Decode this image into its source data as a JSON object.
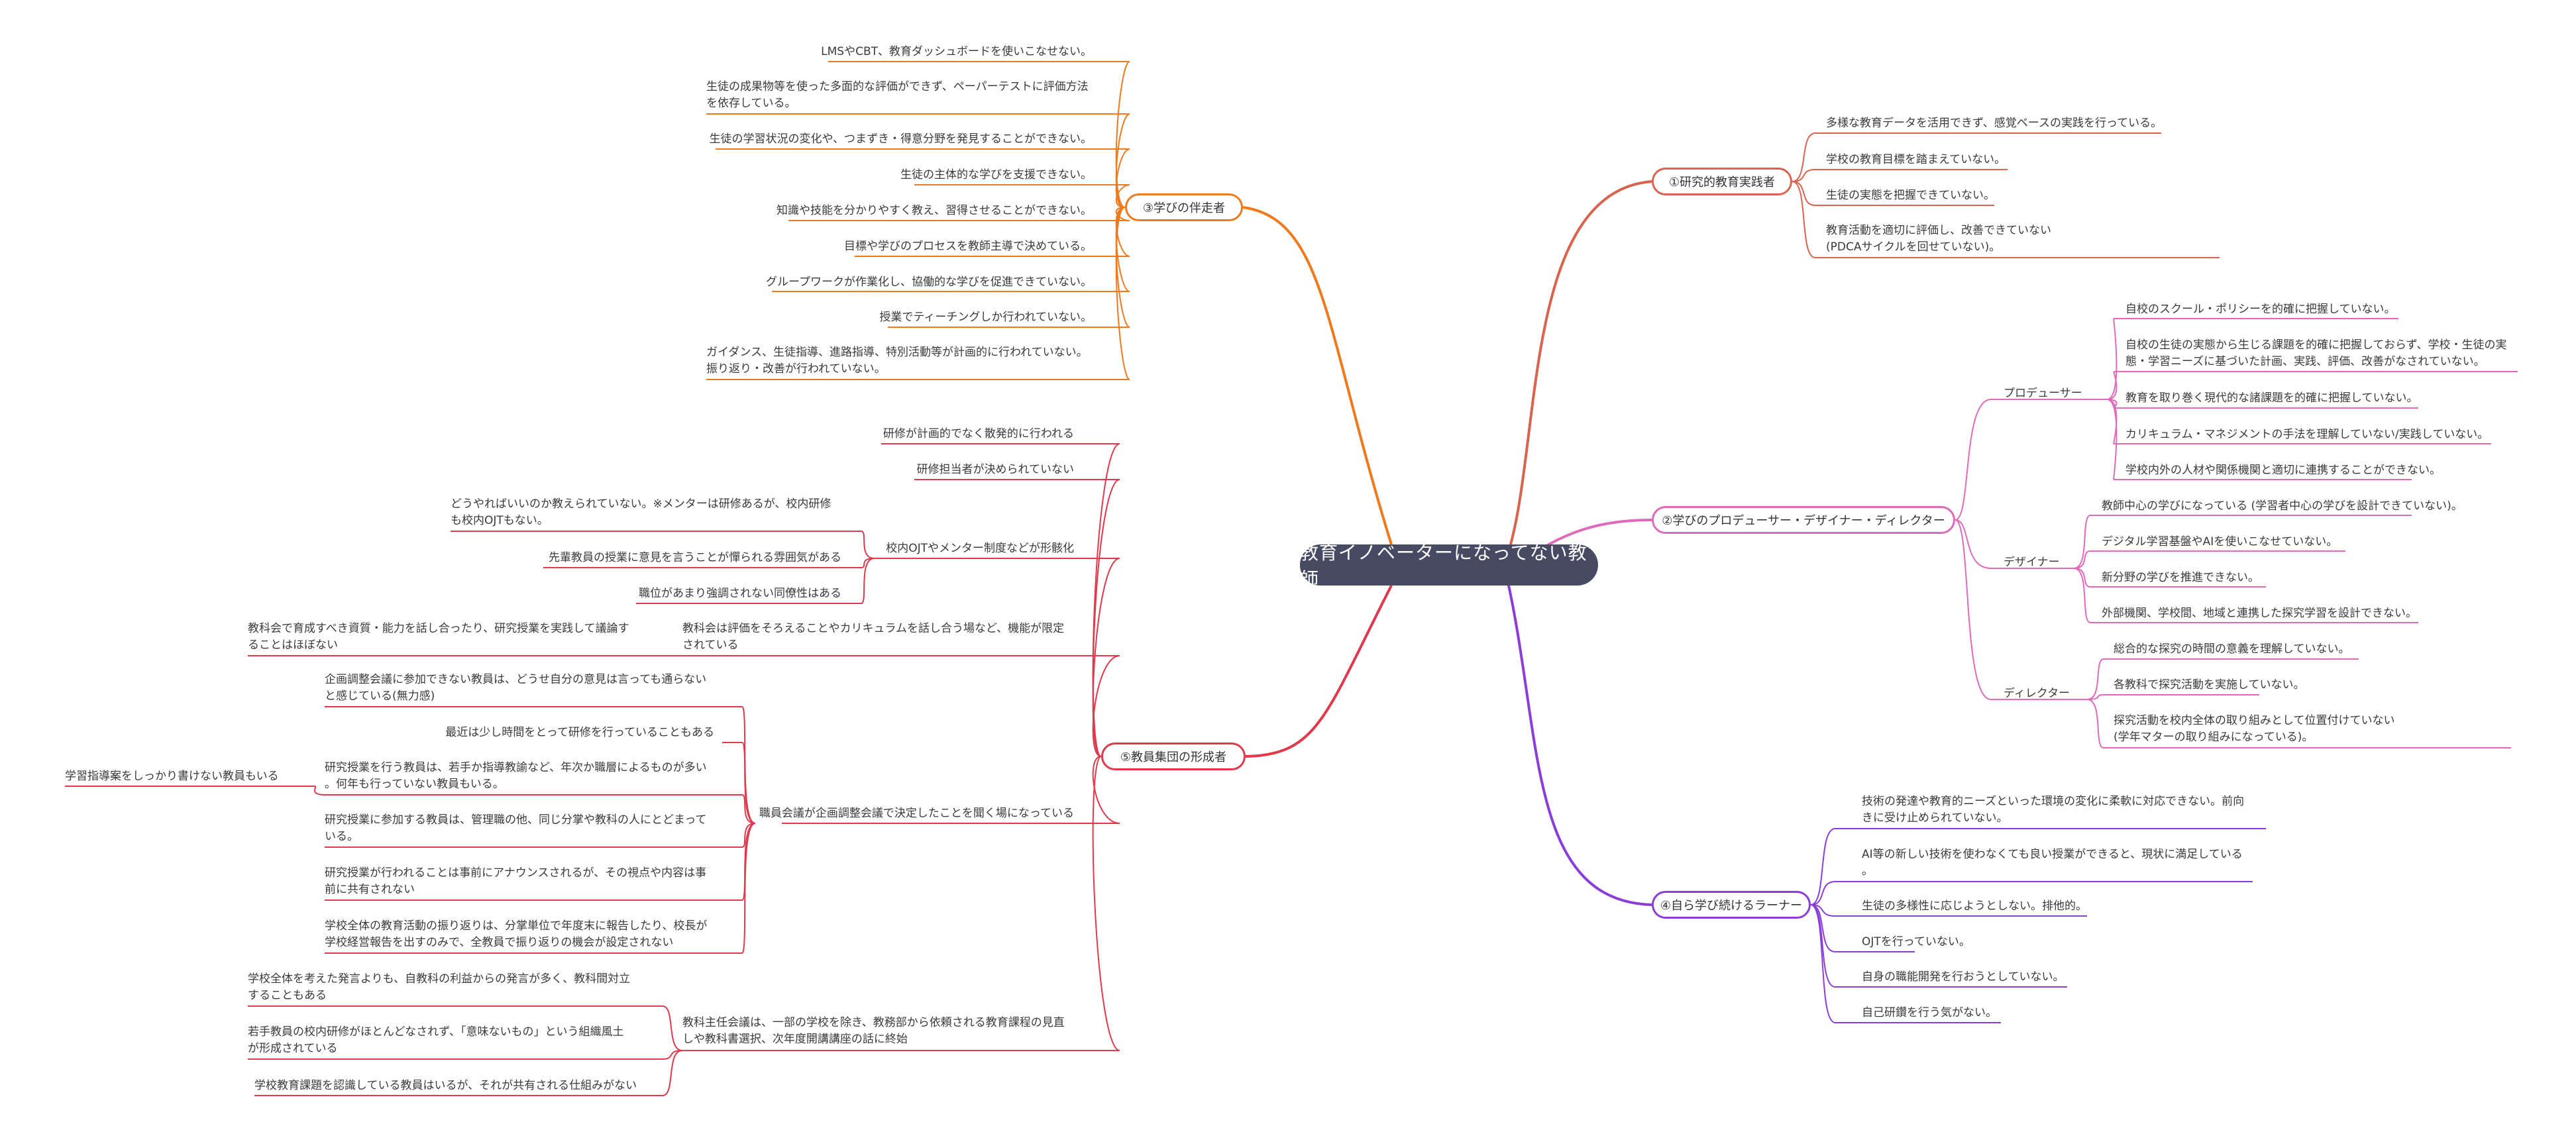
{
  "central": "教育イノベーターになってない教師",
  "colors": {
    "c1": "#d9634f",
    "c2": "#e06aba",
    "c3": "#ef7a1d",
    "c4": "#8a3dd8",
    "c5": "#e0394b",
    "central_bg": "#474a63"
  },
  "b1": {
    "label": "①研究的教育実践者",
    "items": [
      "多様な教育データを活用できず、感覚ベースの実践を行っている。",
      "学校の教育目標を踏まえていない。",
      "生徒の実態を把握できていない。",
      "教育活動を適切に評価し、改善できていない\n(PDCAサイクルを回せていない)。"
    ]
  },
  "b2": {
    "label": "②学びのプロデューサー・デザイナー・ディレクター",
    "producer": {
      "label": "プロデューサー",
      "items": [
        "自校のスクール・ポリシーを的確に把握していない。",
        "自校の生徒の実態から生じる課題を的確に把握しておらず、学校・生徒の実\n態・学習ニーズに基づいた計画、実践、評価、改善がなされていない。",
        "教育を取り巻く現代的な諸課題を的確に把握していない。",
        "カリキュラム・マネジメントの手法を理解していない/実践していない。",
        "学校内外の人材や関係機関と適切に連携することができない。"
      ]
    },
    "designer": {
      "label": "デザイナー",
      "items": [
        "教師中心の学びになっている (学習者中心の学びを設計できていない)。",
        "デジタル学習基盤やAIを使いこなせていない。",
        "新分野の学びを推進できない。",
        "外部機関、学校間、地域と連携した探究学習を設計できない。"
      ]
    },
    "director": {
      "label": "ディレクター",
      "items": [
        "総合的な探究の時間の意義を理解していない。",
        "各教科で探究活動を実施していない。",
        "探究活動を校内全体の取り組みとして位置付けていない\n(学年マターの取り組みになっている)。"
      ]
    }
  },
  "b3": {
    "label": "③学びの伴走者",
    "items": [
      "LMSやCBT、教育ダッシュボードを使いこなせない。",
      "生徒の成果物等を使った多面的な評価ができず、ペーパーテストに評価方法\nを依存している。",
      "生徒の学習状況の変化や、つまずき・得意分野を発見することができない。",
      "生徒の主体的な学びを支援できない。",
      "知識や技能を分かりやすく教え、習得させることができない。",
      "目標や学びのプロセスを教師主導で決めている。",
      "グループワークが作業化し、協働的な学びを促進できていない。",
      "授業でティーチングしか行われていない。",
      "ガイダンス、生徒指導、進路指導、特別活動等が計画的に行われていない。\n振り返り・改善が行われていない。"
    ]
  },
  "b4": {
    "label": "④自ら学び続けるラーナー",
    "items": [
      "技術の発達や教育的ニーズといった環境の変化に柔軟に対応できない。前向\nきに受け止められていない。",
      "AI等の新しい技術を使わなくても良い授業ができると、現状に満足している\n。",
      "生徒の多様性に応じようとしない。排他的。",
      "OJTを行っていない。",
      "自身の職能開発を行おうとしていない。",
      "自己研鑽を行う気がない。"
    ]
  },
  "b5": {
    "label": "⑤教員集団の形成者",
    "items": [
      "研修が計画的でなく散発的に行われる",
      "研修担当者が決められていない"
    ],
    "ojt": {
      "label": "校内OJTやメンター制度などが形骸化",
      "items": [
        "どうやればいいのか教えられていない。※メンターは研修あるが、校内研修\nも校内OJTもない。",
        "先輩教員の授業に意見を言うことが憚られる雰囲気がある",
        "職位があまり強調されない同僚性はある"
      ]
    },
    "kyokakai": {
      "label": "教科会は評価をそろえることやカリキュラムを話し合う場など、機能が限定\nされている",
      "items": [
        "教科会で育成すべき資質・能力を話し合ったり、研究授業を実践して議論す\nることはほぼない"
      ]
    },
    "shokuin": {
      "label": "職員会議が企画調整会議で決定したことを聞く場になっている",
      "items": [
        "企画調整会議に参加できない教員は、どうせ自分の意見は言っても通らない\nと感じている(無力感)",
        "最近は少し時間をとって研修を行っていることもある",
        "研究授業を行う教員は、若手か指導教諭など、年次か職層によるものが多い\n。何年も行っていない教員もいる。",
        "研究授業に参加する教員は、管理職の他、同じ分掌や教科の人にとどまって\nいる。",
        "研究授業が行われることは事前にアナウンスされるが、その視点や内容は事\n前に共有されない",
        "学校全体の教育活動の振り返りは、分掌単位で年度末に報告したり、校長が\n学校経営報告を出すのみで、全教員で振り返りの機会が設定されない"
      ],
      "sub_note": "学習指導案をしっかり書けない教員もいる"
    },
    "shunin": {
      "label": "教科主任会議は、一部の学校を除き、教務部から依頼される教育課程の見直\nしや教科書選択、次年度開講講座の話に終始",
      "items": [
        "学校全体を考えた発言よりも、自教科の利益からの発言が多く、教科間対立\nすることもある",
        "若手教員の校内研修がほとんどなされず、「意味ないもの」という組織風土\nが形成されている",
        "学校教育課題を認識している教員はいるが、それが共有される仕組みがない"
      ]
    }
  }
}
